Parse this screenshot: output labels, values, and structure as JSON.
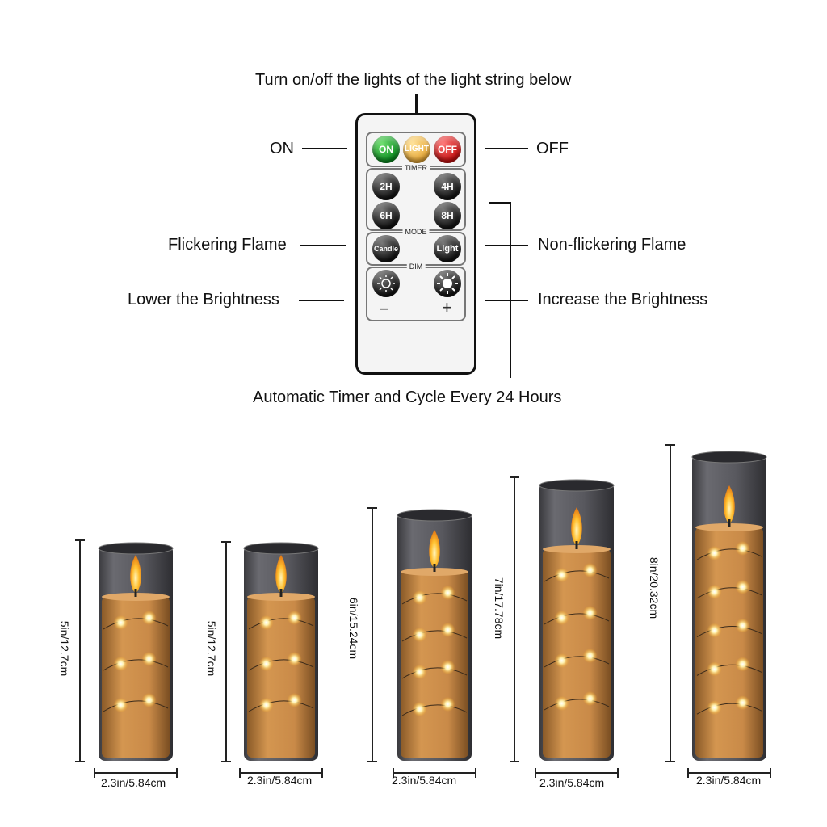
{
  "remote_caption_top": "Turn on/off the lights of the light string below",
  "remote_caption_bottom": "Automatic Timer and Cycle Every 24 Hours",
  "callouts": {
    "on": "ON",
    "off": "OFF",
    "flicker": "Flickering Flame",
    "non_flicker": "Non-flickering Flame",
    "lower": "Lower the Brightness",
    "increase": "Increase the Brightness"
  },
  "remote": {
    "buttons_top": [
      "ON",
      "LIGHT",
      "OFF"
    ],
    "timer_label": "TIMER",
    "timer_buttons": [
      "2H",
      "4H",
      "6H",
      "8H"
    ],
    "mode_label": "MODE",
    "mode_buttons": [
      "Candle",
      "Light"
    ],
    "dim_label": "DIM",
    "dim_minus": "−",
    "dim_plus": "+"
  },
  "candles": [
    {
      "height": "5in/12.7cm",
      "width": "2.3in/5.84cm"
    },
    {
      "height": "5in/12.7cm",
      "width": "2.3in/5.84cm"
    },
    {
      "height": "6in/15.24cm",
      "width": "2.3in/5.84cm"
    },
    {
      "height": "7in/17.78cm",
      "width": "2.3in/5.84cm"
    },
    {
      "height": "8in/20.32cm",
      "width": "2.3in/5.84cm"
    }
  ],
  "colors": {
    "glass": "#5a5a5e",
    "wax": "#c98a48",
    "flame": "#ffb020",
    "led": "#fff2b0"
  }
}
